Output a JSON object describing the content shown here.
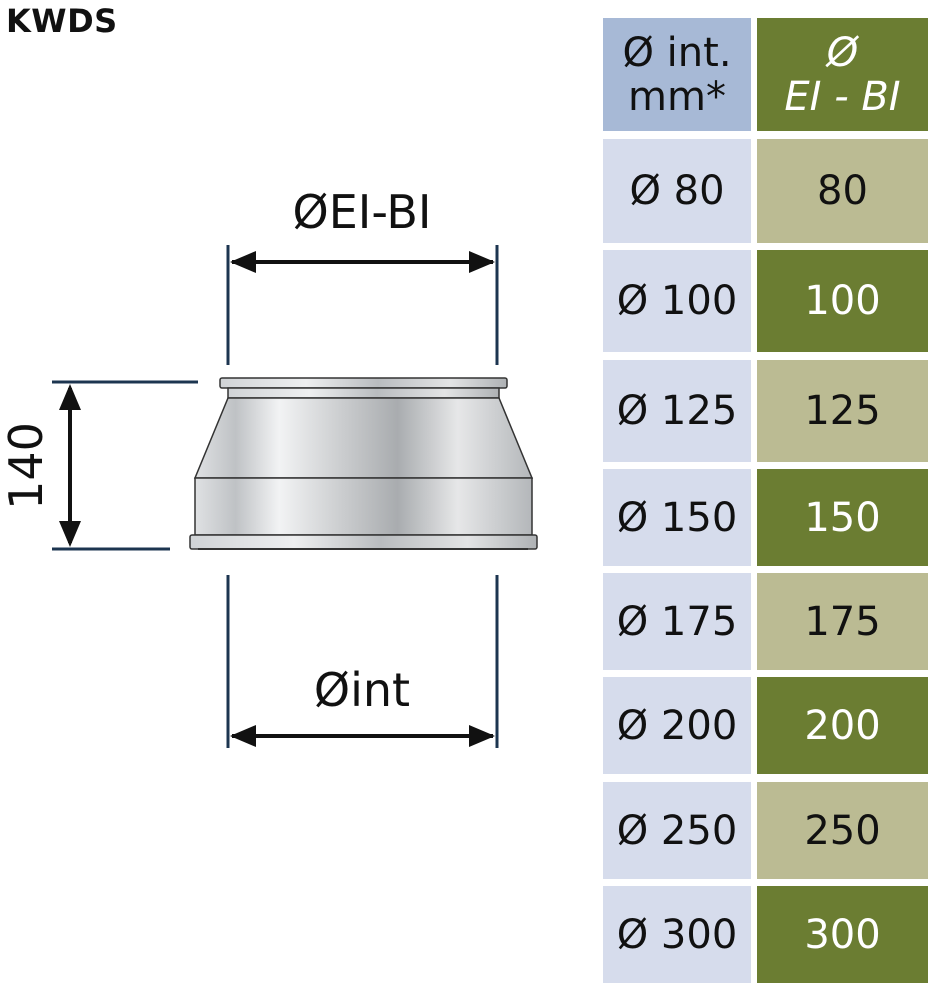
{
  "title": "KWDS",
  "drawing": {
    "label_top": "ØEI-BI",
    "label_bottom": "Øint",
    "label_height": "140"
  },
  "table": {
    "header_left": [
      "Ø int.",
      "mm*"
    ],
    "header_right": [
      "Ø",
      "EI - BI"
    ],
    "rows": [
      {
        "int": "Ø 80",
        "ei_bi": "80"
      },
      {
        "int": "Ø 100",
        "ei_bi": "100"
      },
      {
        "int": "Ø 125",
        "ei_bi": "125"
      },
      {
        "int": "Ø 150",
        "ei_bi": "150"
      },
      {
        "int": "Ø 175",
        "ei_bi": "175"
      },
      {
        "int": "Ø 200",
        "ei_bi": "200"
      },
      {
        "int": "Ø 250",
        "ei_bi": "250"
      },
      {
        "int": "Ø 300",
        "ei_bi": "300"
      }
    ]
  },
  "colors": {
    "header_left": "#a7b9d6",
    "cell_left": "#d6dcec",
    "green_dark": "#6b7d32",
    "green_light": "#bbbb93",
    "dimension_line": "#1c3550"
  }
}
